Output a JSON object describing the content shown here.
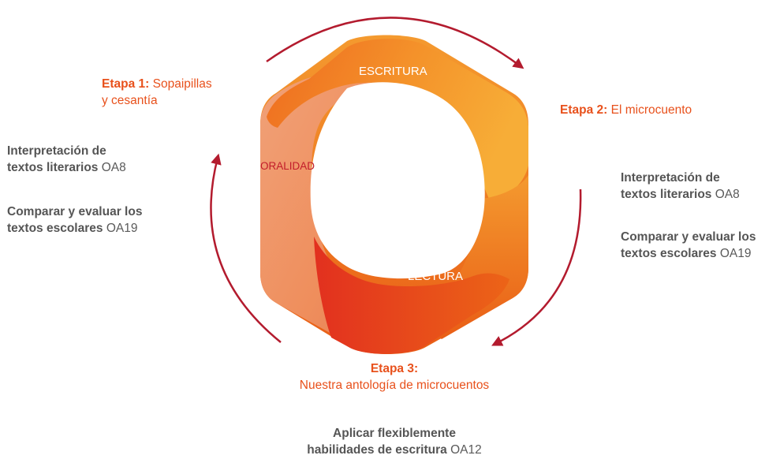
{
  "ring": {
    "top": "ESCRITURA",
    "left": "ORALIDAD",
    "bottom": "LECTURA"
  },
  "stage1": {
    "title": "Etapa 1:",
    "name_line1": "Sopaipillas",
    "name_line2": "y cesantía",
    "item1_line1": "Interpretación de",
    "item1_line2": "textos literarios",
    "item1_code": "OA8",
    "item2_line1": "Comparar y evaluar los",
    "item2_line2": "textos escolares",
    "item2_code": "OA19"
  },
  "stage2": {
    "title": "Etapa 2:",
    "name": "El microcuento",
    "item1_line1": "Interpretación de",
    "item1_line2": "textos literarios",
    "item1_code": "OA8",
    "item2_line1": "Comparar y evaluar los",
    "item2_line2": "textos escolares",
    "item2_code": "OA19"
  },
  "stage3": {
    "title": "Etapa 3:",
    "name": "Nuestra antología de microcuentos",
    "item1_line1": "Aplicar flexiblemente",
    "item1_line2": "habilidades de escritura",
    "item1_code": "OA12"
  },
  "colors": {
    "accent": "#e8511c",
    "arrow": "#b31b2e",
    "ring_top": "#f6a431",
    "ring_left": "#ee9363",
    "ring_bottom": "#e4331f",
    "text_gray": "#555555"
  }
}
